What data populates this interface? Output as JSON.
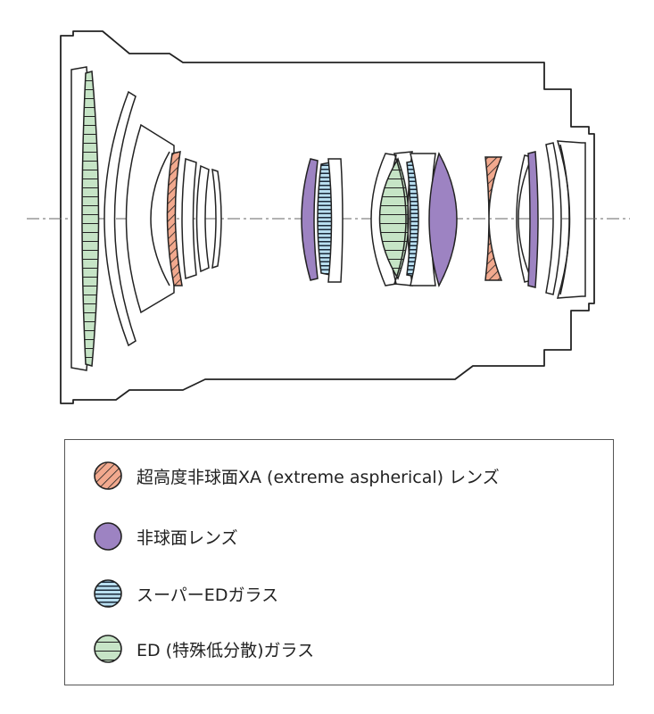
{
  "diagram": {
    "colors": {
      "outline": "#222222",
      "axis": "#666666",
      "xa_aspherical_fill": "#f2a98e",
      "aspherical_fill": "#9d83c2",
      "super_ed_fill": "#b9dff0",
      "ed_fill": "#c6e4c6"
    }
  },
  "legend": {
    "items": [
      {
        "key": "xa",
        "icon": "diagonal-hatch-swatch",
        "label": "超高度非球面XA (extreme aspherical) レンズ"
      },
      {
        "key": "aspherical",
        "icon": "solid-purple-swatch",
        "label": "非球面レンズ"
      },
      {
        "key": "super_ed",
        "icon": "dense-horizontal-stripe-swatch",
        "label": "スーパーEDガラス"
      },
      {
        "key": "ed",
        "icon": "horizontal-stripe-swatch",
        "label": "ED (特殊低分散)ガラス"
      }
    ]
  }
}
